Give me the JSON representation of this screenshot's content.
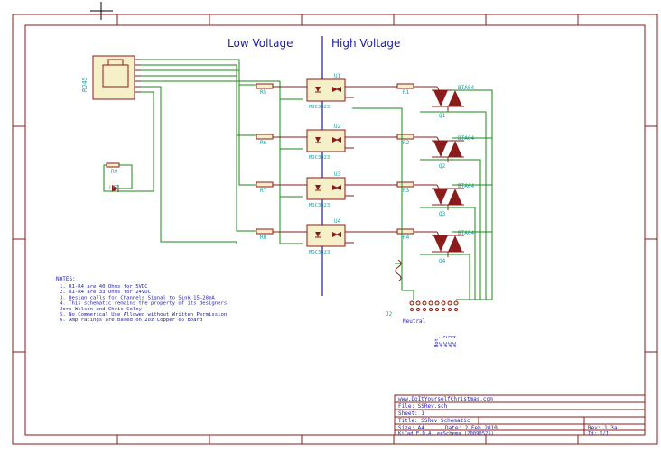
{
  "headings": {
    "low_voltage": "Low Voltage",
    "high_voltage": "High Voltage"
  },
  "connector": {
    "ref": "RJ45"
  },
  "led": {
    "resistor": "R9",
    "ref": "LED"
  },
  "channels": [
    {
      "ref_u": "U1",
      "part": "MOC3023",
      "r_in": "R5",
      "r_out": "R1",
      "triac": "BTA04",
      "q": "Q1"
    },
    {
      "ref_u": "U2",
      "part": "MOC3023",
      "r_in": "R6",
      "r_out": "R2",
      "triac": "BTA04",
      "q": "Q2"
    },
    {
      "ref_u": "U3",
      "part": "MOC3023",
      "r_in": "R7",
      "r_out": "R3",
      "triac": "BTA04",
      "q": "Q3"
    },
    {
      "ref_u": "U4",
      "part": "MOC3023",
      "r_in": "R8",
      "r_out": "R4",
      "triac": "BTA04",
      "q": "Q4"
    }
  ],
  "terminal": {
    "ref": "J2",
    "labels": [
      "Neutral",
      "Hot",
      "AC 1",
      "AC 2",
      "AC 3",
      "AC 4"
    ]
  },
  "notes": {
    "title": "NOTES:",
    "lines": [
      "1.   R1-R4 are 40 Ohms for 5VDC",
      "2.   R1-R4 are 33 Ohms for 24VDC",
      "3.   Design calls for Channels Signal to Sink 15-28mA",
      "4.   This schematic remains the property of its designers",
      "     Jorn Wilson and Chris Coley",
      "5.   No Commerical Use Allowed without Written Permission",
      "6.   Amp ratings are based on 2oz Copper 66 Board"
    ]
  },
  "title_block": {
    "url": "www.DoItYourselfChristmas.com",
    "file": "File: SSRev.sch",
    "sheet": "Sheet: 1",
    "title": "Title: SSRev Schematic",
    "size": "Size: A4",
    "date": "Date: 2 Feb 2010",
    "rev": "Rev: 1.3a",
    "kicad": "KiCad E.D.A.   eeSchema (20090525)",
    "id": "Id: 1/1"
  },
  "colors": {
    "border": "#8a1c1c",
    "wire": "#1a8a1a",
    "component": "#8a1c1c",
    "label": "#1aa0a0",
    "text": "#1c1cb0",
    "fill": "#f5f0c8"
  }
}
